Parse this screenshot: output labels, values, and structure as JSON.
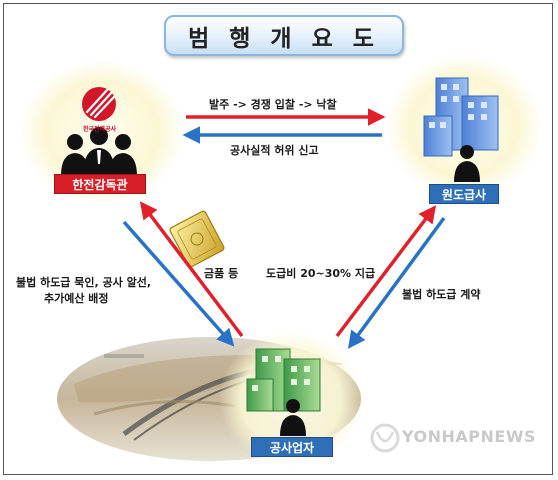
{
  "title": "범 행 개 요 도",
  "nodes": {
    "kepco_group": {
      "label": "한전감독관",
      "logo_text": "한국전력공사"
    },
    "main_contractor": {
      "label": "원도급사"
    },
    "subcontractor": {
      "label": "공사업자"
    }
  },
  "edges": {
    "order": "발주 -> 경쟁 입찰 -> 낙찰",
    "false_report": "공사실적 허위 신고",
    "illegal_request_line1": "불법 하도급 묵인, 공사 알선,",
    "illegal_request_line2": "추가예산 배정",
    "bribe": "금품 등",
    "payment": "도급비 20~30% 지급",
    "sub_contract": "불법 하도급 계약"
  },
  "watermark": "YONHAPNEWS",
  "colors": {
    "red_arrow": "#e0202a",
    "blue_arrow": "#2a73c4",
    "tag_red": "#d61f26",
    "tag_blue": "#2f6fb8",
    "circle_fill": "#fbf8d6"
  },
  "icons": [
    "kepco-logo-icon",
    "people-group-icon",
    "building-icon",
    "person-icon",
    "gold-bar-icon",
    "construction-site-image"
  ]
}
